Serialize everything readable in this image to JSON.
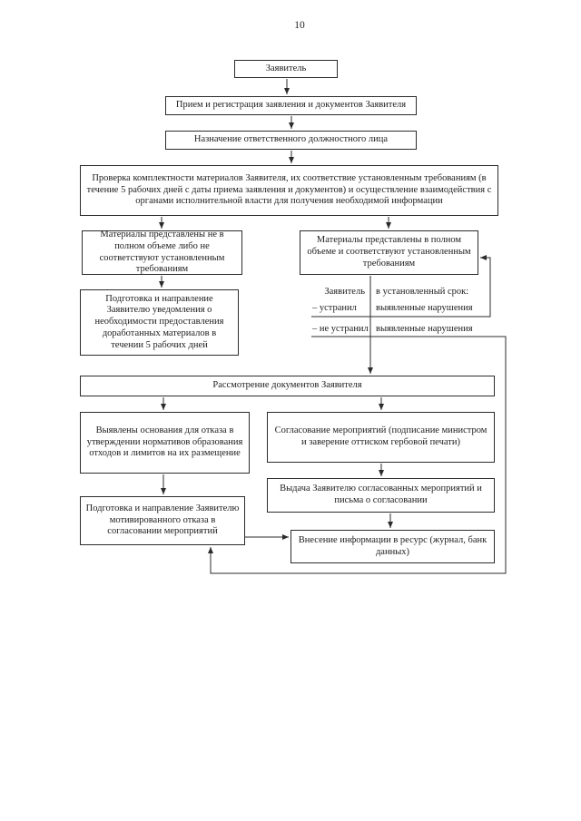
{
  "page": {
    "number": "10"
  },
  "flow": {
    "applicant": "Заявитель",
    "reception": "Прием и регистрация заявления и документов Заявителя",
    "assignment": "Назначение ответственного должностного лица",
    "check": "Проверка комплектности материалов Заявителя, их соответствие установленным требованиям (в течение 5 рабочих дней с даты приема заявления и документов) и осуществление взаимодействия с органами исполнительной власти для получения необходимой информации",
    "incomplete": "Материалы представлены не в полном объеме либо не соответствуют установленным требованиям",
    "complete": "Материалы представлены в полном объеме и соответствуют установленным требованиям",
    "notice": "Подготовка и направление Заявителю уведомления о необходимости предоставления доработанных материалов в течении 5 рабочих дней",
    "decision": {
      "subject": "Заявитель",
      "condition": "в установленный срок:",
      "fixed": "– устранил",
      "fixed_object": "выявленные нарушения",
      "not_fixed": "– не устранил",
      "not_fixed_object": "выявленные нарушения"
    },
    "review": "Рассмотрение документов Заявителя",
    "refusal_grounds": "Выявлены основания для отказа в утверждении нормативов образования отходов и лимитов на их размещение",
    "approval": "Согласование мероприятий (подписание министром и заверение оттиском гербовой печати)",
    "issue": "Выдача Заявителю согласованных мероприятий и письма о согласовании",
    "refusal": "Подготовка и направление Заявителю мотивированного отказа в согласовании мероприятий",
    "record": "Внесение информации в ресурс (журнал, банк данных)"
  }
}
